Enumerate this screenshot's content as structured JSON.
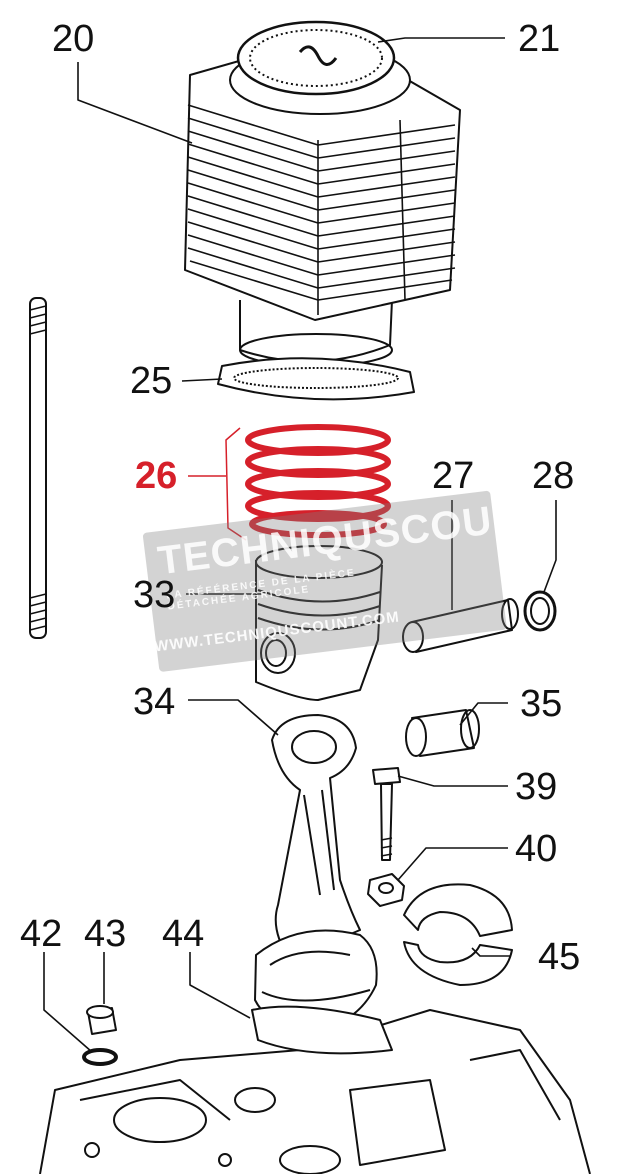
{
  "colors": {
    "line": "#111111",
    "highlight": "#d6202a",
    "watermark": "#8a8a8a"
  },
  "callouts": [
    {
      "number": "20",
      "part": "cylinder",
      "highlight": false
    },
    {
      "number": "21",
      "part": "cylinder-head-gasket",
      "highlight": false
    },
    {
      "number": "25",
      "part": "cylinder-base-gasket",
      "highlight": false
    },
    {
      "number": "26",
      "part": "piston-rings",
      "highlight": true
    },
    {
      "number": "27",
      "part": "piston-pin",
      "highlight": false
    },
    {
      "number": "28",
      "part": "circlip",
      "highlight": false
    },
    {
      "number": "33",
      "part": "piston",
      "highlight": false
    },
    {
      "number": "34",
      "part": "connecting-rod",
      "highlight": false
    },
    {
      "number": "35",
      "part": "small-end-bushing",
      "highlight": false
    },
    {
      "number": "39",
      "part": "rod-bolt",
      "highlight": false
    },
    {
      "number": "40",
      "part": "rod-nut",
      "highlight": false
    },
    {
      "number": "42",
      "part": "washer",
      "highlight": false
    },
    {
      "number": "43",
      "part": "plug",
      "highlight": false
    },
    {
      "number": "44",
      "part": "base-gasket",
      "highlight": false
    },
    {
      "number": "45",
      "part": "big-end-bearing-shells",
      "highlight": false
    }
  ],
  "watermark": {
    "brand": "TECHNIQUSCOUNT",
    "tagline": "LA RÉFÉRENCE DE LA PIÈCE DÉTACHÉE AGRICOLE",
    "url": "WWW.TECHNIQUSCOUNT.COM"
  }
}
